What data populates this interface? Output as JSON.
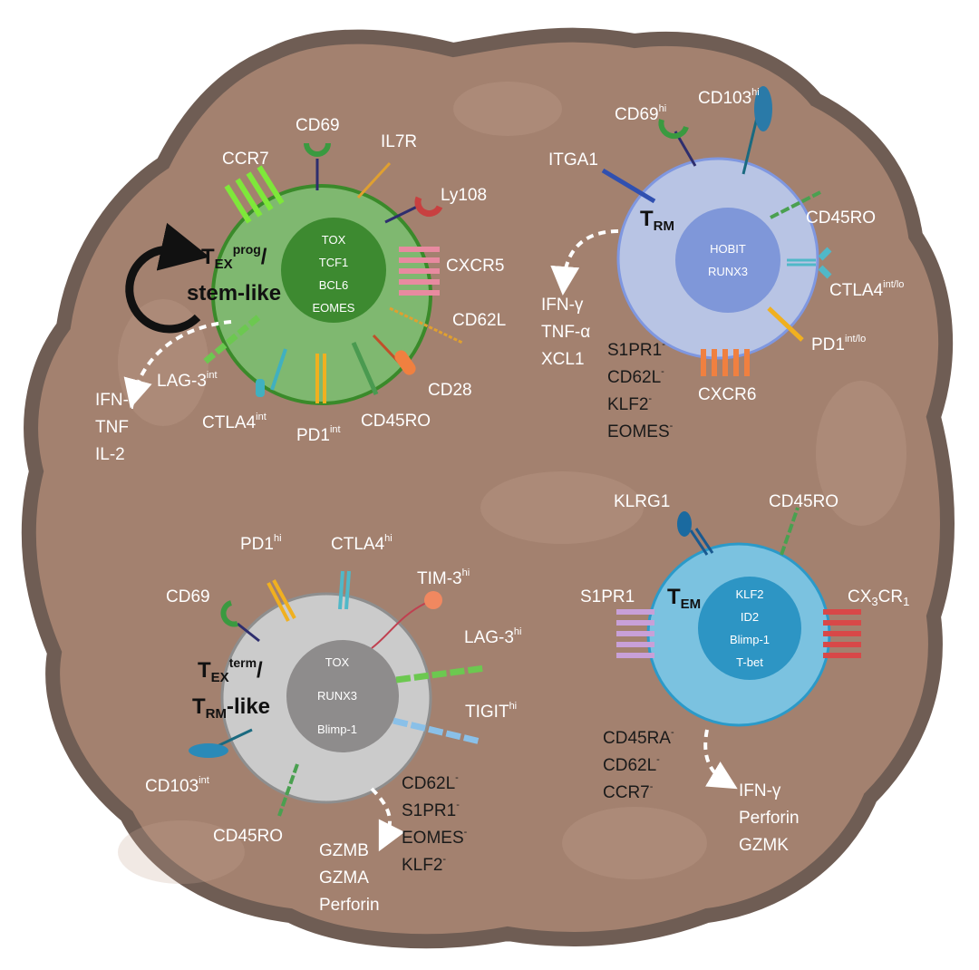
{
  "colors": {
    "tumor": "#a3816f",
    "tumor_border": "#6f5d54",
    "tex_prog": "#7fb870",
    "tex_prog_nucleus": "#3d8a30",
    "trm": "#b8c4e4",
    "trm_nucleus": "#7f97d9",
    "tex_term": "#cbcbcb",
    "tex_term_nucleus": "#8e8c8c",
    "tem": "#7bc2e0",
    "tem_nucleus": "#2d95c4"
  },
  "tex_prog": {
    "title_main": "T",
    "title_sub": "EX",
    "title_sup": "prog",
    "title_slash": "/",
    "title_line2": "stem-like",
    "nucleus": [
      "TOX",
      "TCF1",
      "BCL6",
      "EOMES"
    ],
    "markers": {
      "cd69": "CD69",
      "il7r": "IL7R",
      "ccr7": "CCR7",
      "ly108": "Ly108",
      "cxcr5": "CXCR5",
      "cd62l": "CD62L",
      "cd28": "CD28",
      "cd45ro": "CD45RO",
      "pd1": "PD1",
      "pd1_sup": "int",
      "ctla4": "CTLA4",
      "ctla4_sup": "int",
      "lag3": "LAG-3",
      "lag3_sup": "int"
    },
    "secreted": [
      "IFN-γ",
      "TNF",
      "IL-2"
    ]
  },
  "trm": {
    "title_main": "T",
    "title_sub": "RM",
    "nucleus": [
      "HOBIT",
      "RUNX3"
    ],
    "markers": {
      "cd69": "CD69",
      "cd69_sup": "hi",
      "cd103": "CD103",
      "cd103_sup": "hi",
      "itga1": "ITGA1",
      "cd45ro": "CD45RO",
      "ctla4": "CTLA4",
      "ctla4_sup": "int/lo",
      "pd1": "PD1",
      "pd1_sup": "int/lo",
      "cxcr6": "CXCR6"
    },
    "secreted": [
      "IFN-γ",
      "TNF-α",
      "XCL1"
    ],
    "negative": [
      {
        "name": "S1PR1",
        "sup": "-"
      },
      {
        "name": "CD62L",
        "sup": "-"
      },
      {
        "name": "KLF2",
        "sup": "-"
      },
      {
        "name": "EOMES",
        "sup": "-"
      }
    ]
  },
  "tex_term": {
    "title_main": "T",
    "title_sub": "EX",
    "title_sup": "term",
    "title_slash": "/",
    "title2_main": "T",
    "title2_sub": "RM",
    "title2_rest": "-like",
    "nucleus": [
      "TOX",
      "RUNX3",
      "Blimp-1"
    ],
    "markers": {
      "pd1": "PD1",
      "pd1_sup": "hi",
      "ctla4": "CTLA4",
      "ctla4_sup": "hi",
      "tim3": "TIM-3",
      "tim3_sup": "hi",
      "cd69": "CD69",
      "lag3": "LAG-3",
      "lag3_sup": "hi",
      "tigit": "TIGIT",
      "tigit_sup": "hi",
      "cd103": "CD103",
      "cd103_sup": "int",
      "cd45ro": "CD45RO"
    },
    "secreted": [
      "GZMB",
      "GZMA",
      "Perforin"
    ],
    "negative": [
      {
        "name": "CD62L",
        "sup": "-"
      },
      {
        "name": "S1PR1",
        "sup": "-"
      },
      {
        "name": "EOMES",
        "sup": "-"
      },
      {
        "name": "KLF2",
        "sup": "-"
      }
    ]
  },
  "tem": {
    "title_main": "T",
    "title_sub": "EM",
    "nucleus": [
      "KLF2",
      "ID2",
      "Blimp-1",
      "T-bet"
    ],
    "markers": {
      "klrg1": "KLRG1",
      "cd45ro": "CD45RO",
      "s1pr1": "S1PR1",
      "cx3cr1_a": "CX",
      "cx3cr1_sub1": "3",
      "cx3cr1_b": "CR",
      "cx3cr1_sub2": "1"
    },
    "secreted": [
      "IFN-γ",
      "Perforin",
      "GZMK"
    ],
    "negative": [
      {
        "name": "CD45RA",
        "sup": "-"
      },
      {
        "name": "CD62L",
        "sup": "-"
      },
      {
        "name": "CCR7",
        "sup": "-"
      }
    ]
  }
}
